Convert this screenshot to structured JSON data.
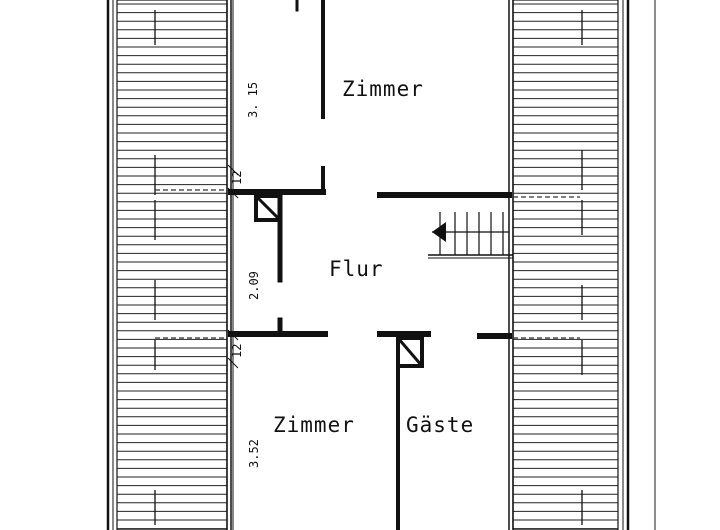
{
  "rooms": {
    "zimmer_top": "Zimmer",
    "flur": "Flur",
    "zimmer_bottom": "Zimmer",
    "gaeste": "Gäste"
  },
  "dimensions": {
    "top_room_width": "3. 15",
    "wall_upper": "12",
    "hall_width": "2.09",
    "wall_lower": "12",
    "bottom_room_width": "3.52"
  },
  "colors": {
    "wall": "#111111",
    "hatch": "#222222",
    "paper": "#ffffff"
  }
}
